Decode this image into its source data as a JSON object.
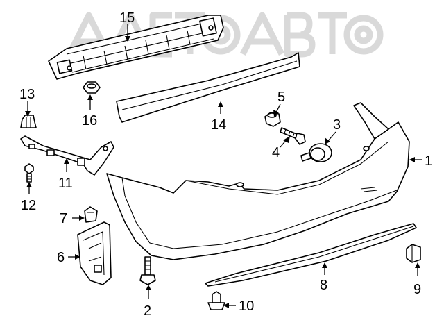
{
  "watermark": {
    "text": "AAETO АВТО",
    "color": "#b9b9b9"
  },
  "callouts": [
    {
      "id": "1",
      "text": "1"
    },
    {
      "id": "2",
      "text": "2"
    },
    {
      "id": "3",
      "text": "3"
    },
    {
      "id": "4",
      "text": "4"
    },
    {
      "id": "5",
      "text": "5"
    },
    {
      "id": "6",
      "text": "6"
    },
    {
      "id": "7",
      "text": "7"
    },
    {
      "id": "8",
      "text": "8"
    },
    {
      "id": "9",
      "text": "9"
    },
    {
      "id": "10",
      "text": "10"
    },
    {
      "id": "11",
      "text": "11"
    },
    {
      "id": "12",
      "text": "12"
    },
    {
      "id": "13",
      "text": "13"
    },
    {
      "id": "14",
      "text": "14"
    },
    {
      "id": "15",
      "text": "15"
    },
    {
      "id": "16",
      "text": "16"
    }
  ]
}
